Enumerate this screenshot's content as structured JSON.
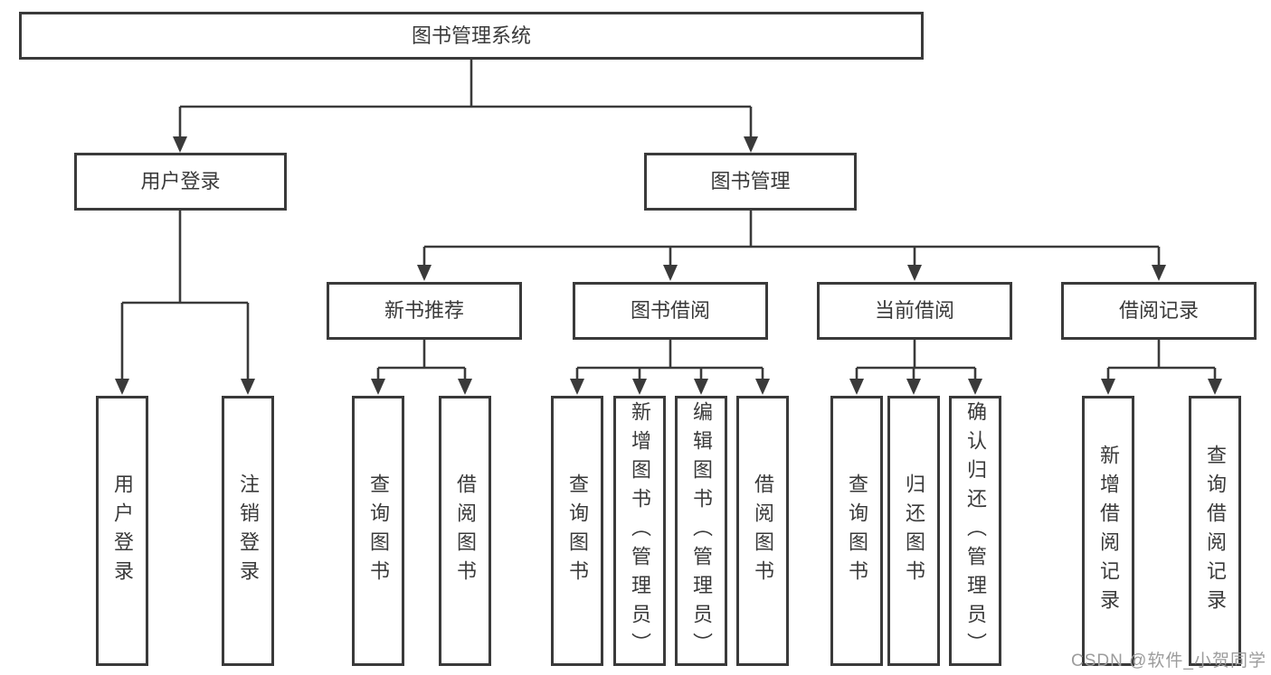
{
  "colors": {
    "line": "#3a3a3a",
    "text": "#3a3a3a",
    "watermark": "#9c9c9c",
    "background": "#ffffff"
  },
  "watermark": {
    "text": "CSDN @软件_小贺同学"
  },
  "tree": {
    "label": "图书管理系统",
    "children": [
      {
        "label": "用户登录",
        "children": [
          {
            "label": "用户登录"
          },
          {
            "label": "注销登录"
          }
        ]
      },
      {
        "label": "图书管理",
        "children": [
          {
            "label": "新书推荐",
            "children": [
              {
                "label": "查询图书"
              },
              {
                "label": "借阅图书"
              }
            ]
          },
          {
            "label": "图书借阅",
            "children": [
              {
                "label": "查询图书"
              },
              {
                "label": "新增图书（管理员）"
              },
              {
                "label": "编辑图书（管理员）"
              },
              {
                "label": "借阅图书"
              }
            ]
          },
          {
            "label": "当前借阅",
            "children": [
              {
                "label": "查询图书"
              },
              {
                "label": "归还图书"
              },
              {
                "label": "确认归还（管理员）"
              }
            ]
          },
          {
            "label": "借阅记录",
            "children": [
              {
                "label": "新增借阅记录"
              },
              {
                "label": "查询借阅记录"
              }
            ]
          }
        ]
      }
    ]
  }
}
